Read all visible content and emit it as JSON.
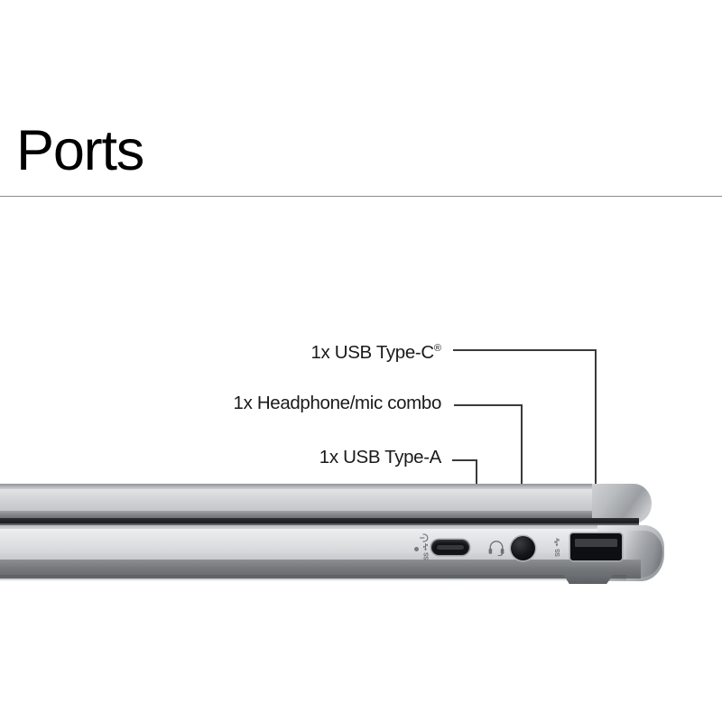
{
  "header": {
    "title": "Ports"
  },
  "callouts": [
    {
      "id": "usb-c",
      "text": "1x USB Type-C",
      "trademark": "®",
      "target_port": "usb-type-c-port"
    },
    {
      "id": "headphone",
      "text": "1x Headphone/mic combo",
      "trademark": "",
      "target_port": "headphone-mic-combo-jack"
    },
    {
      "id": "usb-a",
      "text": "1x USB Type-A",
      "trademark": "",
      "target_port": "usb-type-a-port"
    }
  ],
  "device": {
    "view": "closed laptop, right side edge profile",
    "ports": [
      {
        "name": "usb-type-c-port",
        "label": "USB Type-C"
      },
      {
        "name": "headphone-mic-combo-jack",
        "label": "Headphone/mic combo"
      },
      {
        "name": "usb-type-a-port",
        "label": "USB Type-A"
      }
    ],
    "chassis_glyphs": [
      {
        "name": "charging-indicator-led",
        "glyph": "dot"
      },
      {
        "name": "battery-charging-icon",
        "glyph": "charge"
      },
      {
        "name": "superspeed-usb-icon-c",
        "glyph": "SS"
      },
      {
        "name": "headset-icon",
        "glyph": "headset"
      },
      {
        "name": "superspeed-usb-icon-a",
        "glyph": "SS"
      }
    ]
  },
  "colors": {
    "background": "#ffffff",
    "text": "#1a1a1a",
    "divider": "#8d8d8d",
    "leader_line": "#3a3a3a",
    "chassis_light": "#e9ebed",
    "chassis_mid": "#c3c5c8",
    "chassis_dark": "#6d7074",
    "port_cavity": "#111315"
  }
}
